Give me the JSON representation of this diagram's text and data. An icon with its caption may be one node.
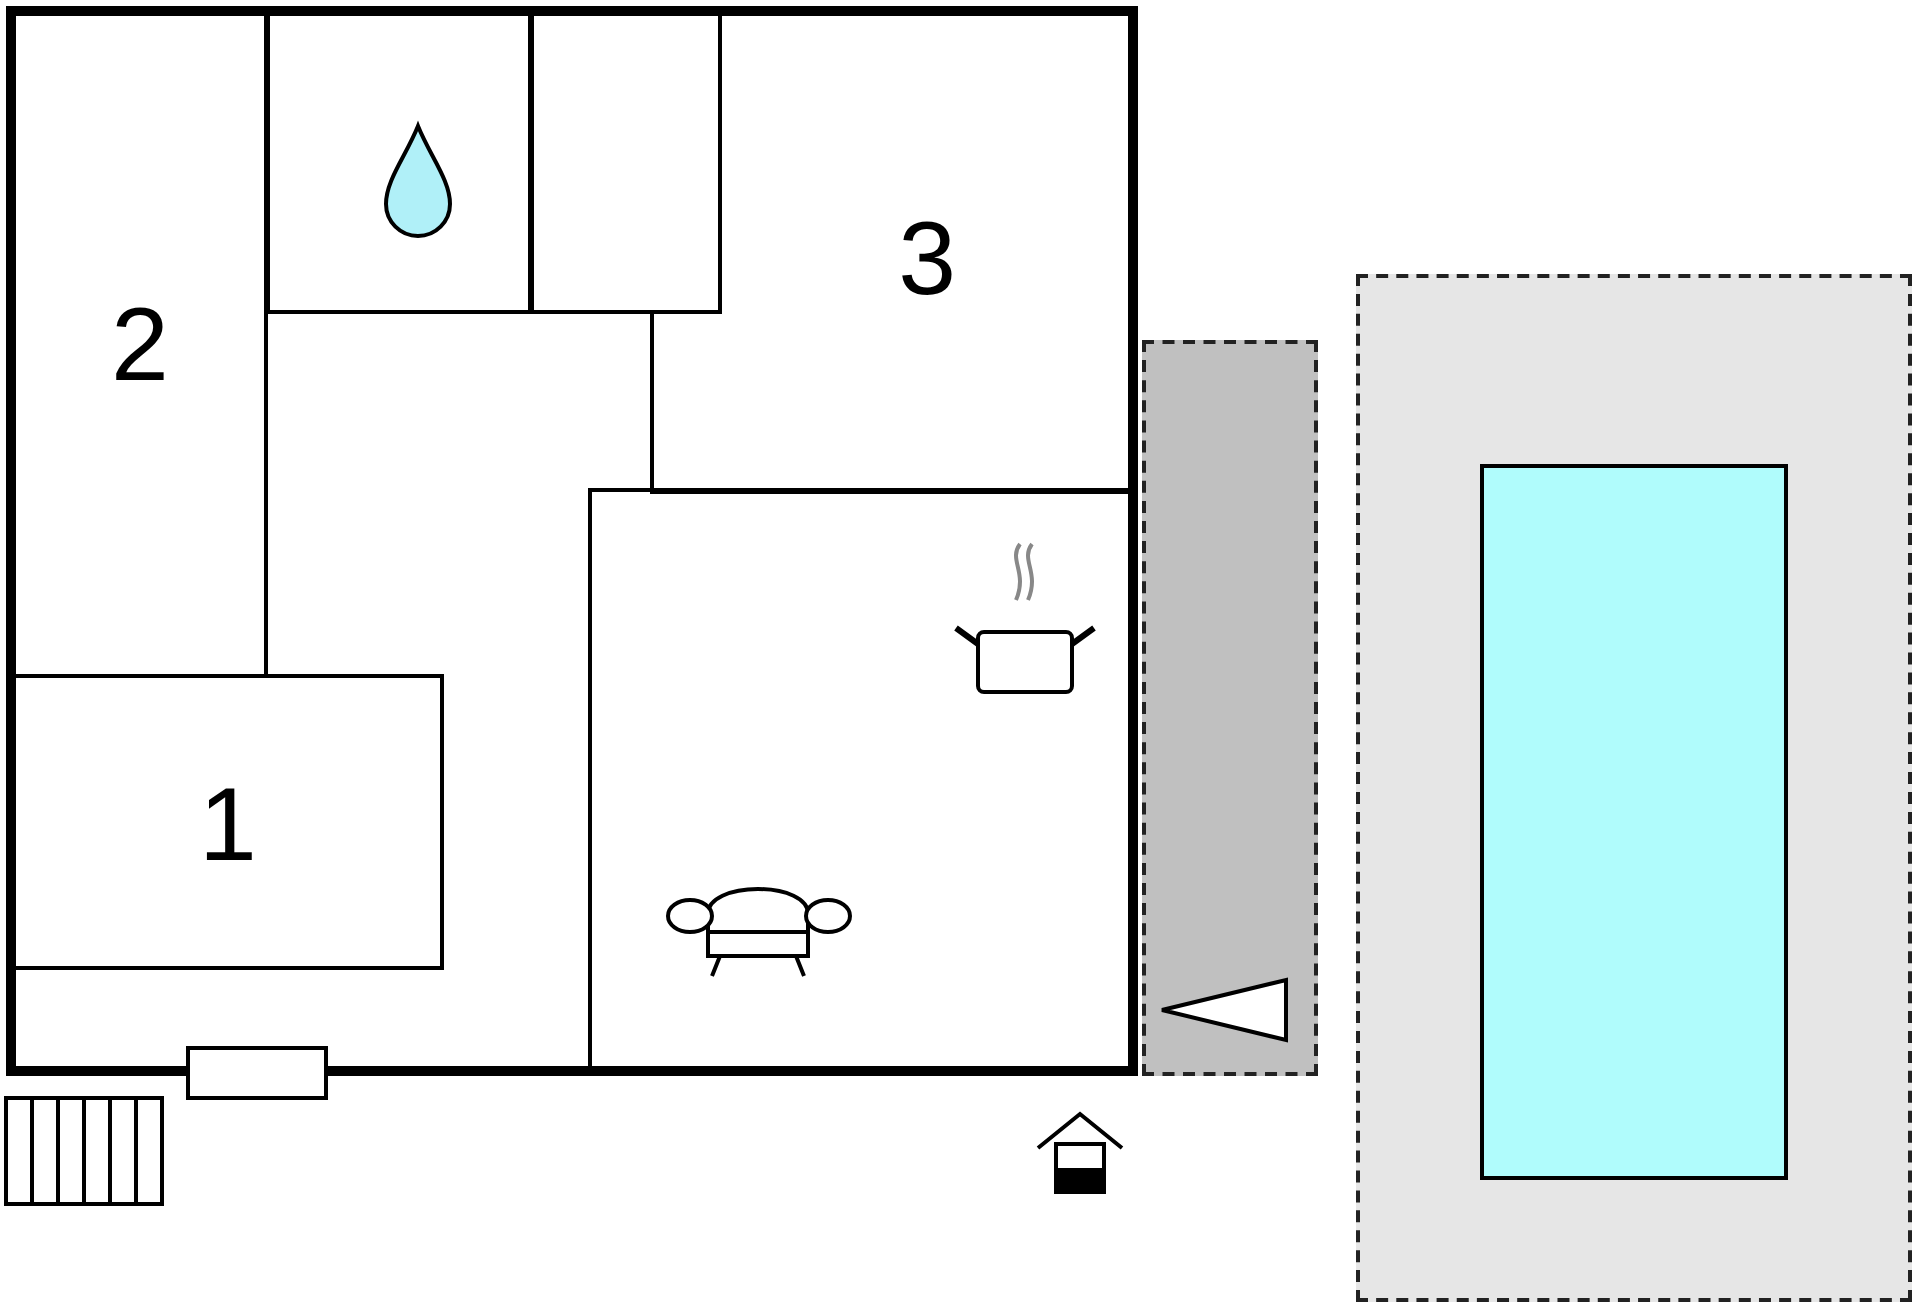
{
  "diagram": {
    "nodes": [
      {
        "text": [],
        "shape": "box"
      },
      {
        "text": [
          "2"
        ],
        "in": 0
      },
      {
        "text": [],
        "shape": "box",
        "in": 0
      },
      {
        "text": [],
        "shape": "box",
        "in": 0
      },
      {
        "text": [
          "3"
        ],
        "in": 0
      },
      {
        "text": [],
        "shape": "box",
        "in": 0
      },
      {
        "text": [
          "1"
        ],
        "in": 0
      },
      {
        "text": [],
        "shape": "box"
      },
      {
        "text": [],
        "shape": "box"
      },
      {
        "text": [],
        "shape": "box",
        "in": 8
      }
    ]
  }
}
